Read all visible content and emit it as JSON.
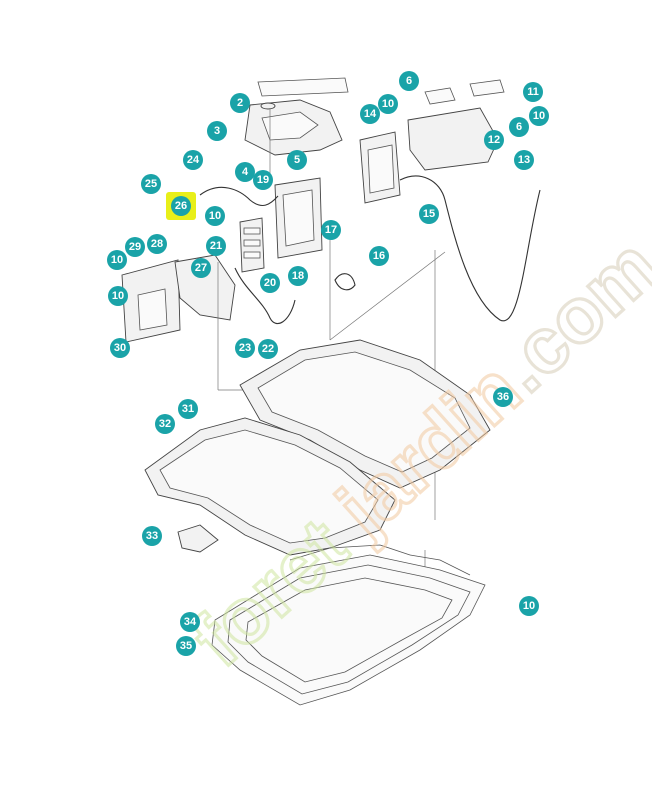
{
  "diagram": {
    "colors": {
      "callout": "#1aa3a8",
      "highlight": "#e8ef19",
      "watermark_a": "#cfe6a0",
      "watermark_b": "#f2c9a0",
      "watermark_c": "#d7cdb8"
    },
    "highlighted_part": "26",
    "watermark": {
      "text_a": "foret",
      "text_b": "jardin",
      "text_c": ".com"
    },
    "callouts": [
      {
        "id": "2",
        "label": "2"
      },
      {
        "id": "3",
        "label": "3"
      },
      {
        "id": "4",
        "label": "4"
      },
      {
        "id": "5",
        "label": "5"
      },
      {
        "id": "6a",
        "label": "6"
      },
      {
        "id": "6b",
        "label": "6"
      },
      {
        "id": "10a",
        "label": "10"
      },
      {
        "id": "10b",
        "label": "10"
      },
      {
        "id": "10c",
        "label": "10"
      },
      {
        "id": "10d",
        "label": "10"
      },
      {
        "id": "10e",
        "label": "10"
      },
      {
        "id": "10f",
        "label": "10"
      },
      {
        "id": "11",
        "label": "11"
      },
      {
        "id": "12",
        "label": "12"
      },
      {
        "id": "13",
        "label": "13"
      },
      {
        "id": "14",
        "label": "14"
      },
      {
        "id": "15",
        "label": "15"
      },
      {
        "id": "16",
        "label": "16"
      },
      {
        "id": "17",
        "label": "17"
      },
      {
        "id": "18",
        "label": "18"
      },
      {
        "id": "19",
        "label": "19"
      },
      {
        "id": "20",
        "label": "20"
      },
      {
        "id": "21",
        "label": "21"
      },
      {
        "id": "22",
        "label": "22"
      },
      {
        "id": "23",
        "label": "23"
      },
      {
        "id": "24",
        "label": "24"
      },
      {
        "id": "25",
        "label": "25"
      },
      {
        "id": "26",
        "label": "26"
      },
      {
        "id": "27",
        "label": "27"
      },
      {
        "id": "28",
        "label": "28"
      },
      {
        "id": "29",
        "label": "29"
      },
      {
        "id": "30",
        "label": "30"
      },
      {
        "id": "31",
        "label": "31"
      },
      {
        "id": "32",
        "label": "32"
      },
      {
        "id": "33",
        "label": "33"
      },
      {
        "id": "34",
        "label": "34"
      },
      {
        "id": "35",
        "label": "35"
      },
      {
        "id": "36",
        "label": "36"
      }
    ]
  }
}
